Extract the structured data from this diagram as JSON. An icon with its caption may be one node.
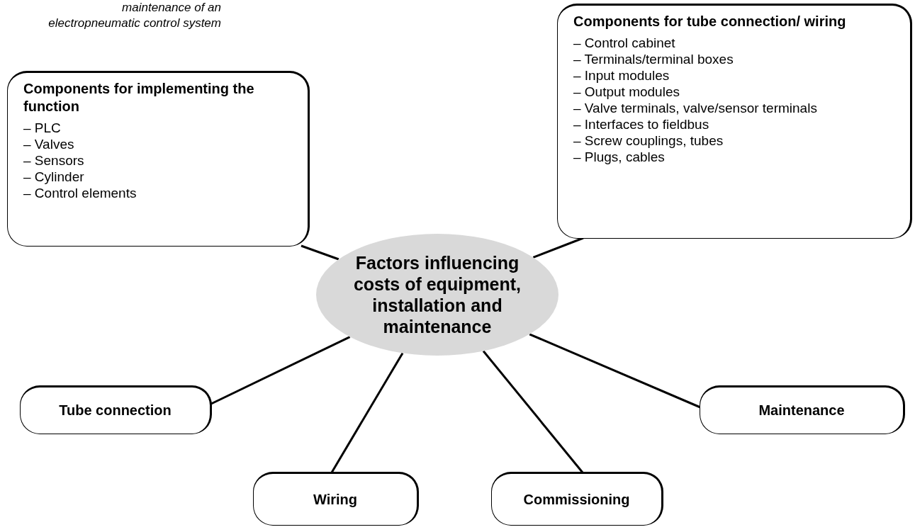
{
  "diagram": {
    "nodes": [
      {
        "text": [
          "Components for implementing the function",
          "– PLC",
          "– Valves",
          "– Sensors",
          "– Cylinder",
          "– Control elements"
        ]
      },
      {
        "text": [
          "Components for tube connection/ wiring",
          "– Control cabinet",
          "– Terminals/terminal boxes",
          "– Input modules",
          "– Output modules",
          "– Valve terminals, valve/sensor terminals",
          "– Interfaces to fieldbus",
          "– Screw couplings, tubes",
          "– Plugs, cables"
        ]
      },
      {
        "text": [
          "Factors influencing costs of equipment, installation and maintenance"
        ]
      },
      {
        "text": [
          "Tube connection"
        ]
      },
      {
        "text": [
          "Maintenance"
        ]
      },
      {
        "text": [
          "Wiring"
        ]
      },
      {
        "text": [
          "Commissioning"
        ]
      }
    ],
    "edges": [
      {
        "from": 2,
        "to": 0,
        "arrow": "none"
      },
      {
        "from": 2,
        "to": 1,
        "arrow": "none"
      },
      {
        "from": 2,
        "to": 3,
        "arrow": "none"
      },
      {
        "from": 2,
        "to": 4,
        "arrow": "none"
      },
      {
        "from": 2,
        "to": 5,
        "arrow": "none"
      },
      {
        "from": 2,
        "to": 6,
        "arrow": "none"
      }
    ],
    "labels": [
      "maintenance of an electropneumatic control system"
    ]
  }
}
